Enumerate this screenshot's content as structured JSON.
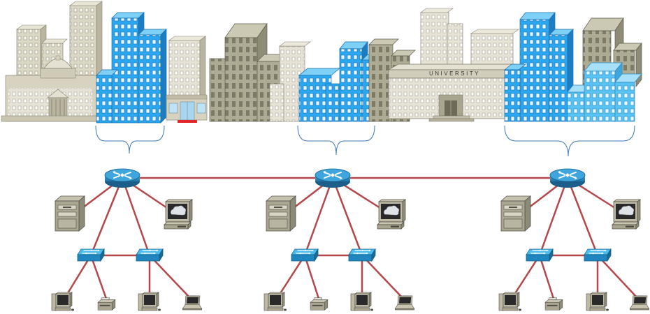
{
  "diagram": {
    "signage": {
      "university": "UNIVERSITY"
    },
    "clusters": [
      {
        "id": "left",
        "devices": [
          "router",
          "server",
          "monitor-workstation",
          "switch",
          "switch",
          "desktop-pc",
          "printer",
          "desktop-pc",
          "laptop"
        ]
      },
      {
        "id": "center",
        "devices": [
          "router",
          "server",
          "monitor-workstation",
          "switch",
          "switch",
          "desktop-pc",
          "printer",
          "desktop-pc",
          "laptop"
        ]
      },
      {
        "id": "right",
        "devices": [
          "router",
          "server",
          "monitor-workstation",
          "switch",
          "switch",
          "desktop-pc",
          "printer",
          "desktop-pc",
          "laptop"
        ]
      }
    ],
    "icons": [
      "router-icon",
      "server-icon",
      "workstation-icon",
      "switch-icon",
      "desktop-pc-icon",
      "printer-icon",
      "laptop-icon",
      "building-icon",
      "university-building-icon",
      "government-building-icon"
    ],
    "colors": {
      "link": "#b5474b",
      "bracket": "#3b78b8",
      "router": "#2a8bc2",
      "switch": "#2aa0d8",
      "highlight_building": "#2aa7ef",
      "neutral_building": "#d8d4c2",
      "dark_building": "#a9a58e"
    }
  }
}
